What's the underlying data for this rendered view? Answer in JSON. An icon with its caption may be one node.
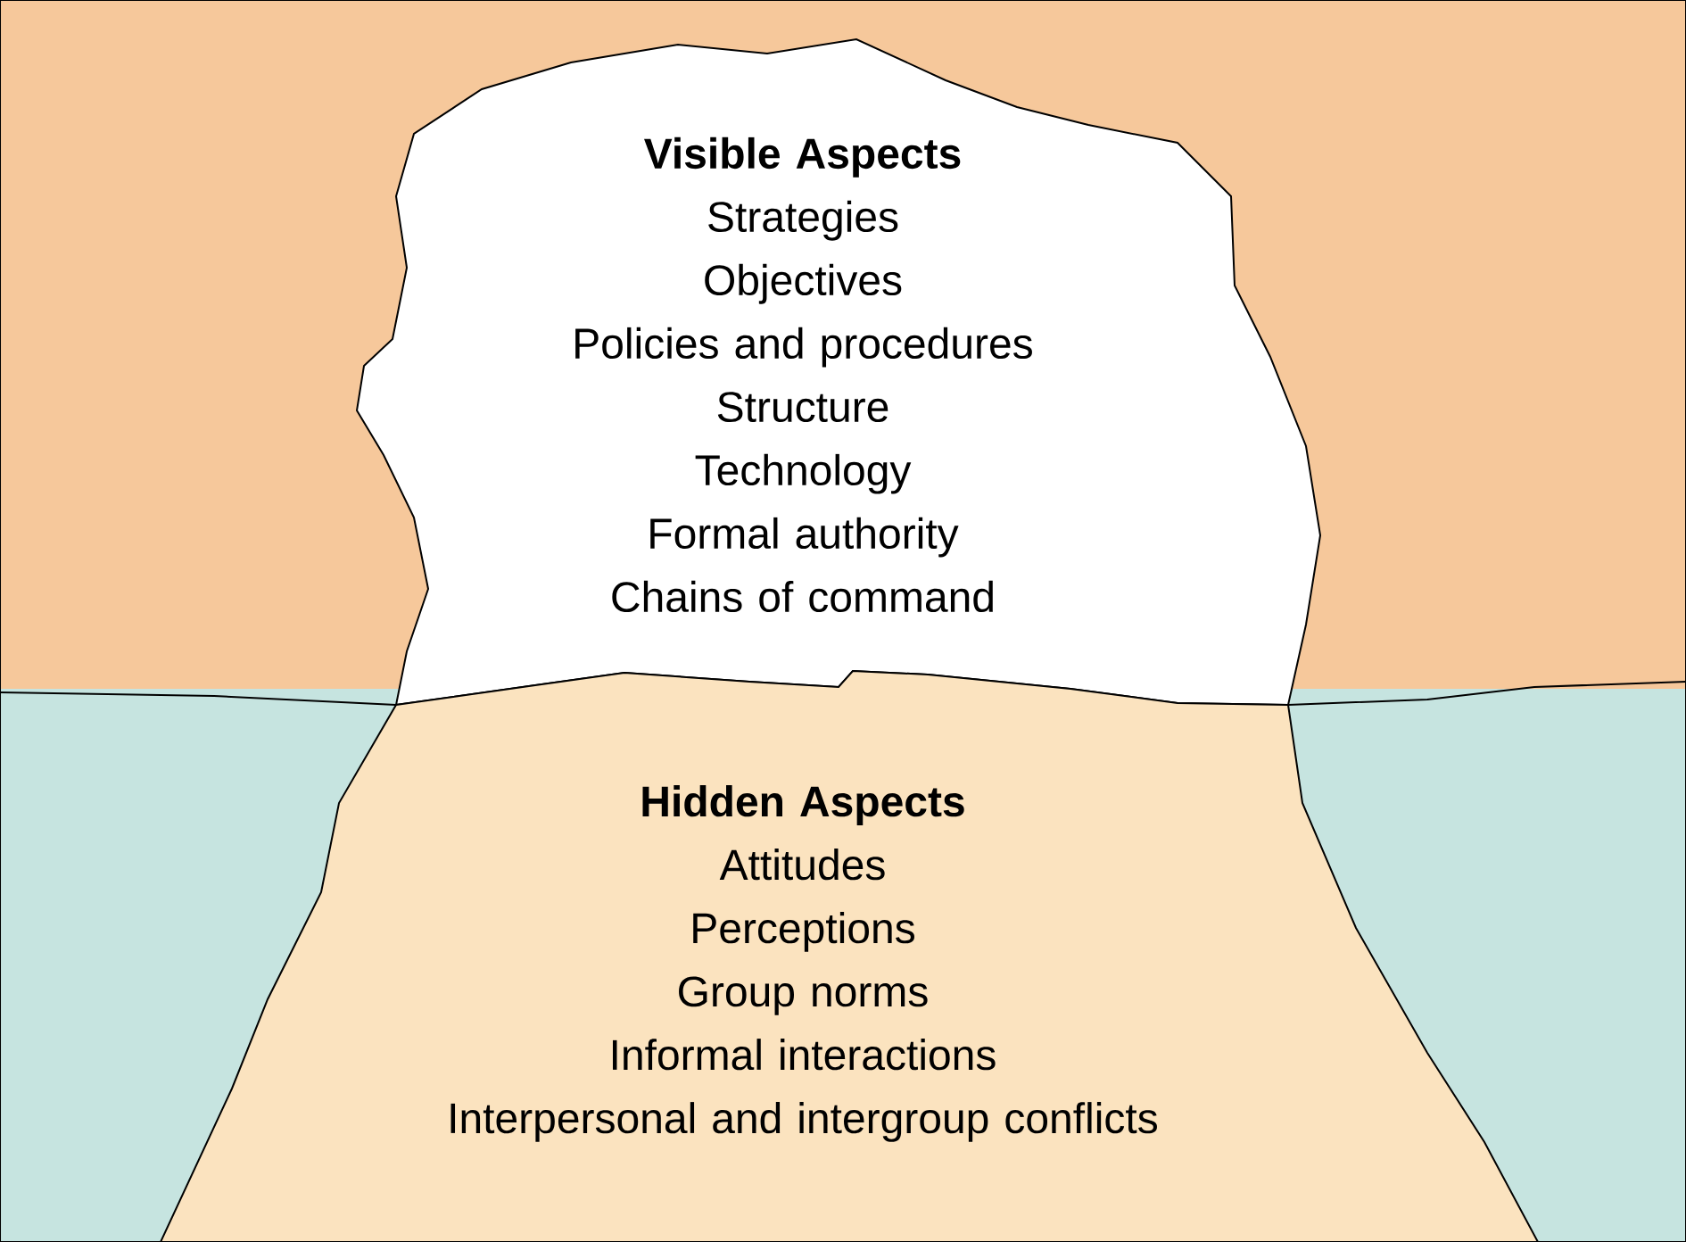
{
  "diagram": {
    "nodes": [
      {
        "text": [
          "Visible Aspects",
          "Strategies",
          "Objectives",
          "Policies and procedures",
          "Structure",
          "Technology",
          "Formal authority",
          "Chains of command"
        ]
      },
      {
        "text": [
          "Hidden Aspects",
          "Attitudes",
          "Perceptions",
          "Group norms",
          "Informal interactions",
          "Interpersonal and intergroup conflicts"
        ]
      }
    ]
  }
}
